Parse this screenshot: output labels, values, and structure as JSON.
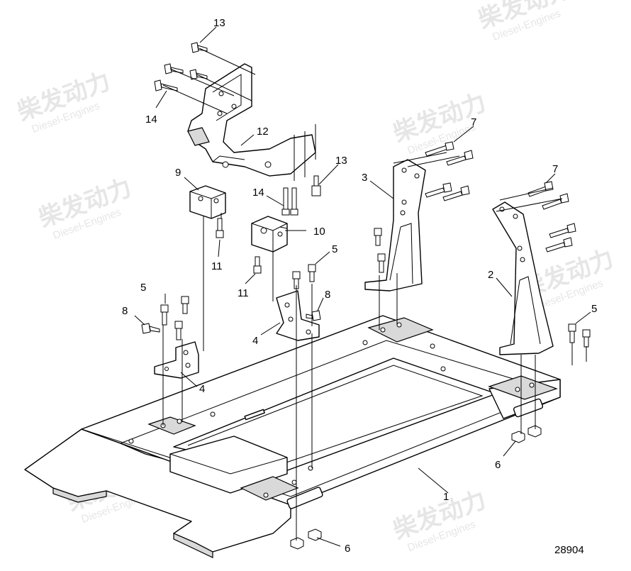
{
  "watermark": {
    "cn": "柴发动力",
    "en": "Diesel-Engines"
  },
  "callouts": {
    "c1": "1",
    "c2": "2",
    "c3": "3",
    "c4a": "4",
    "c4b": "4",
    "c5a": "5",
    "c5b": "5",
    "c5c": "5",
    "c6a": "6",
    "c6b": "6",
    "c7a": "7",
    "c7b": "7",
    "c8a": "8",
    "c8b": "8",
    "c9": "9",
    "c10": "10",
    "c11a": "11",
    "c11b": "11",
    "c12": "12",
    "c13a": "13",
    "c13b": "13",
    "c14a": "14",
    "c14b": "14"
  },
  "drawing_number": "28904"
}
